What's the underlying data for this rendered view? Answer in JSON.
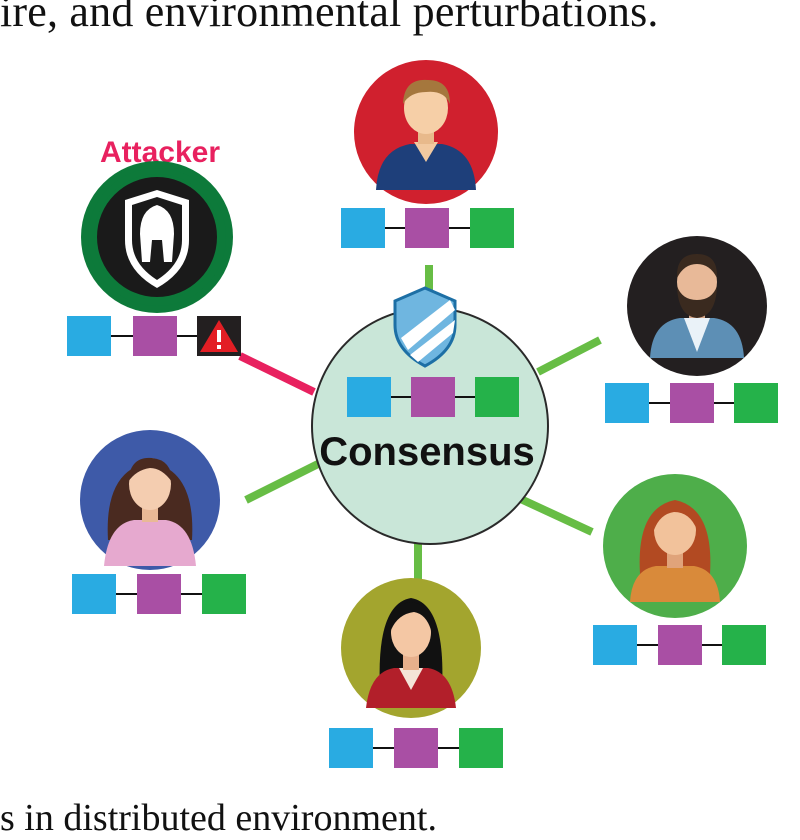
{
  "top_text": "ire, and environmental perturbations.",
  "bottom_text": "s in distributed environment.",
  "attacker_label": "Attacker",
  "consensus_label": "Consensus",
  "colors": {
    "block_blue": "#29abe2",
    "block_purple": "#a94fa4",
    "block_green": "#25b24a",
    "link_green": "#67bd45",
    "attacker_link": "#e8215f",
    "attacker_text": "#e8215f",
    "consensus_fill": "#c9e6d8",
    "warning_red": "#e31e24"
  },
  "icons": [
    "user-avatar-icon",
    "helmet-shield-icon",
    "warning-icon",
    "shield-icon"
  ],
  "nodes": [
    {
      "name": "node-top",
      "kind": "user"
    },
    {
      "name": "node-attacker",
      "kind": "attacker"
    },
    {
      "name": "node-right-top",
      "kind": "user"
    },
    {
      "name": "node-left",
      "kind": "user"
    },
    {
      "name": "node-right-bottom",
      "kind": "user"
    },
    {
      "name": "node-bottom",
      "kind": "user"
    }
  ]
}
